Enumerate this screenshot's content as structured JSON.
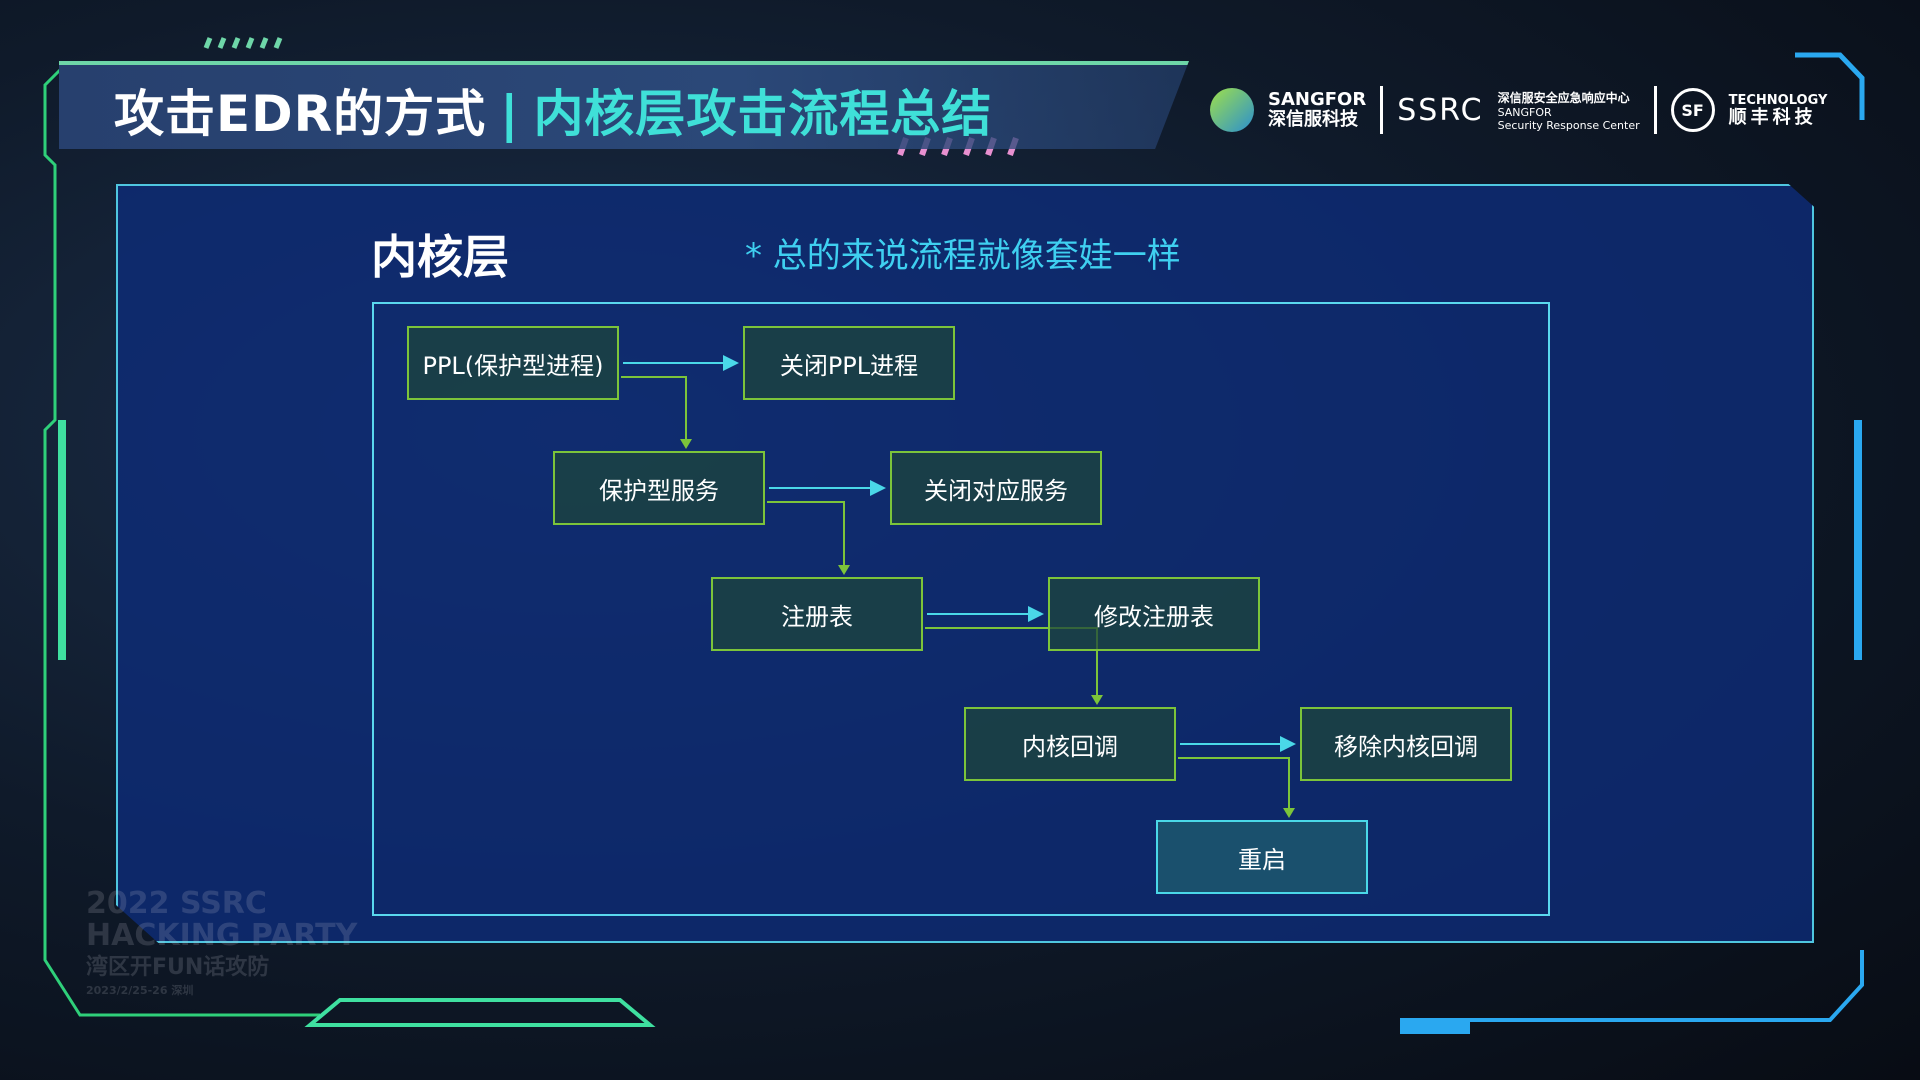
{
  "header": {
    "title_main": "攻击EDR的方式",
    "title_separator": "|",
    "title_sub": "内核层攻击流程总结"
  },
  "logos": {
    "sangfor_en": "SANGFOR",
    "sangfor_cn": "深信服科技",
    "ssrc": "SSRC",
    "ssrc_cn": "深信服安全应急响应中心",
    "ssrc_en1": "SANGFOR",
    "ssrc_en2": "Security Response Center",
    "sf_mark": "SF",
    "sf_en": "TECHNOLOGY",
    "sf_cn": "顺丰科技"
  },
  "content": {
    "heading": "内核层",
    "note": "* 总的来说流程就像套娃一样"
  },
  "flow": {
    "nodes": [
      "PPL(保护型进程)",
      "关闭PPL进程",
      "保护型服务",
      "关闭对应服务",
      "注册表",
      "修改注册表",
      "内核回调",
      "移除内核回调",
      "重启"
    ]
  },
  "watermark": {
    "line1": "2022 SSRC",
    "line2": "HACKING PARTY",
    "line3": "湾区开FUN话攻防",
    "date": "2023/2/25-26 深圳"
  },
  "colors": {
    "accent": "#3fe0d8",
    "box_border": "#7cc43a",
    "arrow": "#4ad8e8"
  }
}
